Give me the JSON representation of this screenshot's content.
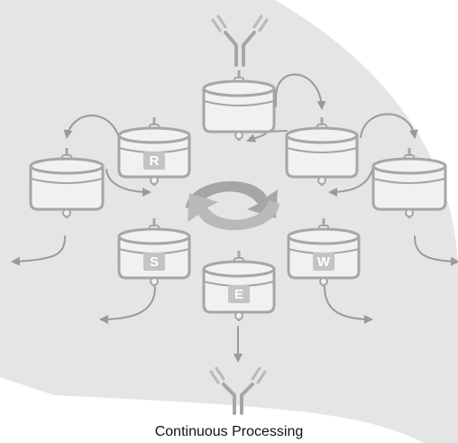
{
  "caption": "Continuous Processing",
  "columns": [
    {
      "id": "top",
      "label": ""
    },
    {
      "id": "R",
      "label": "R"
    },
    {
      "id": "right-upper",
      "label": ""
    },
    {
      "id": "left",
      "label": ""
    },
    {
      "id": "right",
      "label": ""
    },
    {
      "id": "S",
      "label": "S"
    },
    {
      "id": "W",
      "label": "W"
    },
    {
      "id": "E",
      "label": "E"
    }
  ],
  "icons": {
    "input": "antibody-icon",
    "output": "antibody-icon",
    "center": "rotation-arrows-icon"
  },
  "colors": {
    "background_blob": "#e5e5e5",
    "column_fill": "#f1f1f1",
    "column_stroke": "#a6a6a6",
    "label_box": "#c4c4c4",
    "arrow": "#9a9a9a"
  }
}
